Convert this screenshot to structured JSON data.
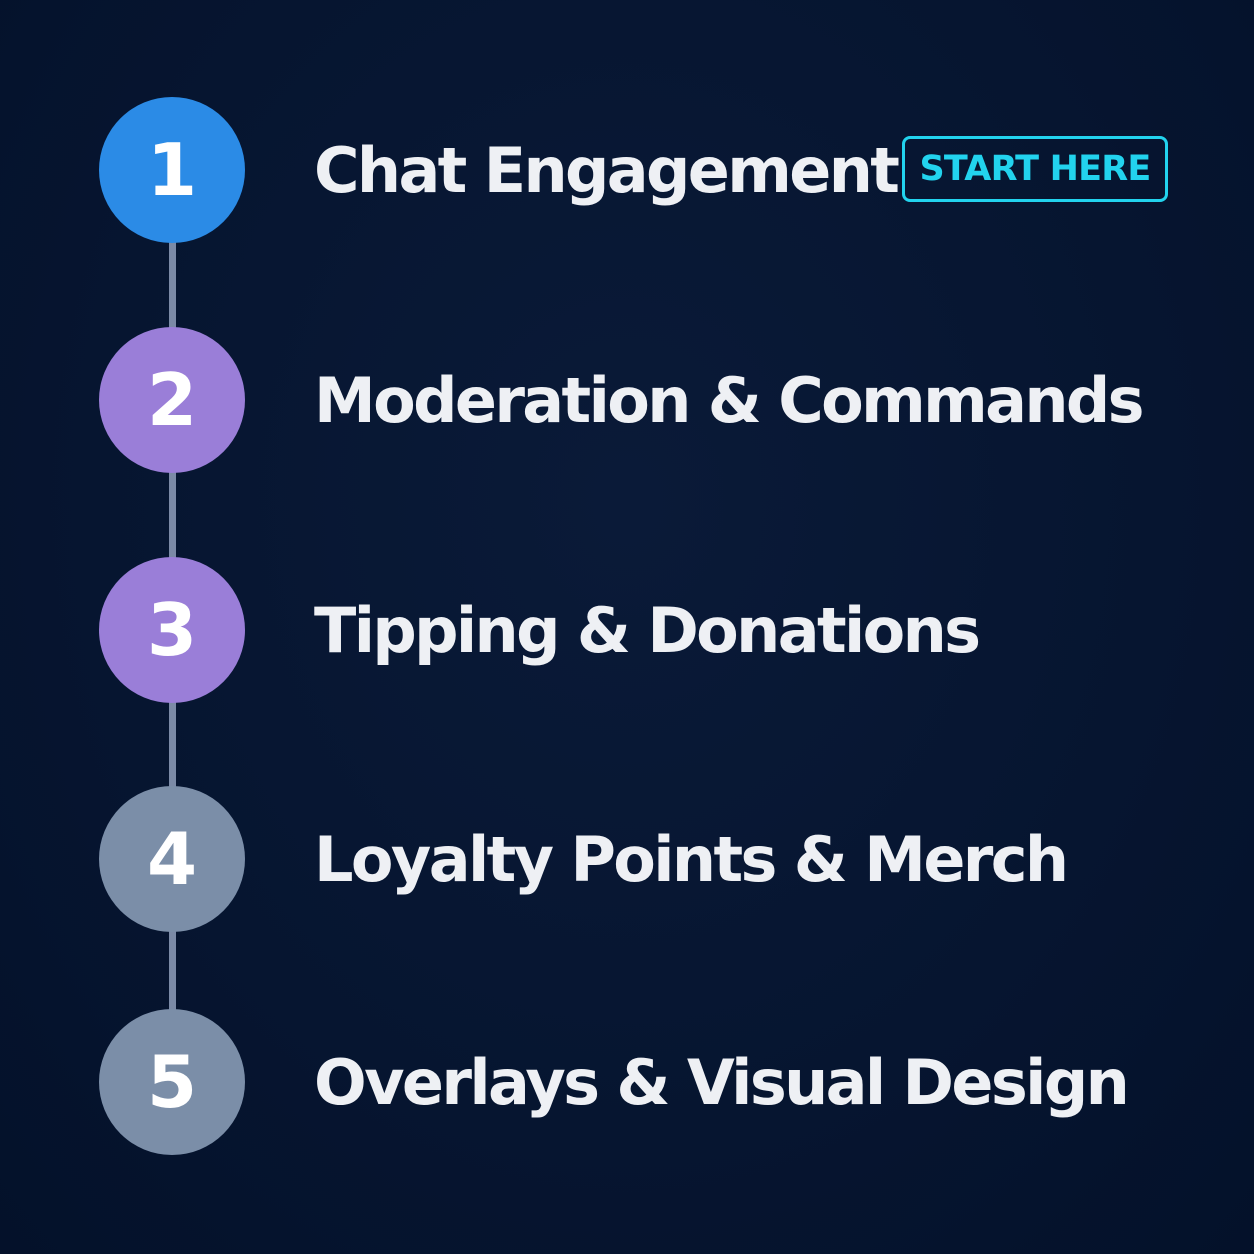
{
  "steps": [
    {
      "number": "1",
      "label": "Chat Engagement",
      "color": "#2b8be6"
    },
    {
      "number": "2",
      "label": "Moderation & Commands",
      "color": "#9a7ed8"
    },
    {
      "number": "3",
      "label": "Tipping & Donations",
      "color": "#9a7ed8"
    },
    {
      "number": "4",
      "label": "Loyalty Points & Merch",
      "color": "#7b8ea8"
    },
    {
      "number": "5",
      "label": "Overlays & Visual Design",
      "color": "#7b8ea8"
    }
  ],
  "badge": {
    "label": "START HERE",
    "color": "#22d3ee"
  },
  "connector_color": "#7b8aa6",
  "background_color": "#061530"
}
